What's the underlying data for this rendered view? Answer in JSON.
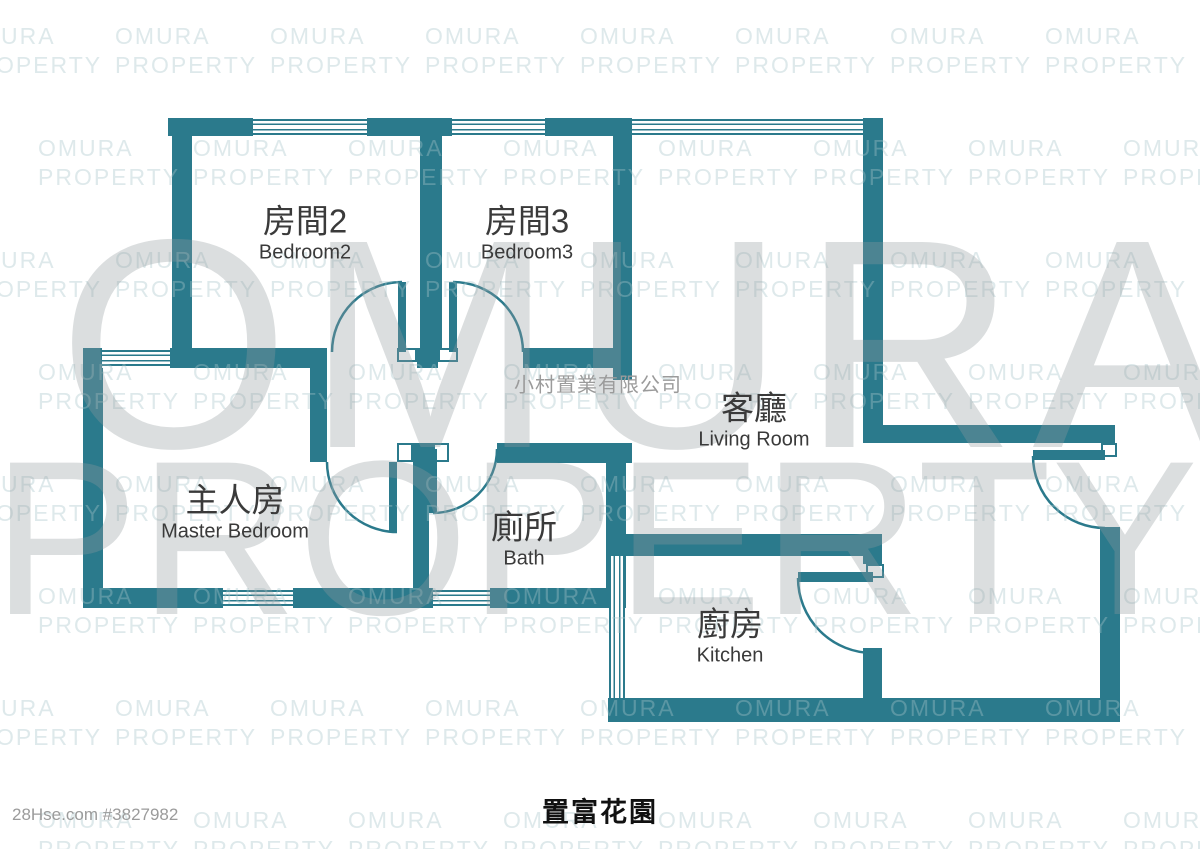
{
  "title": "置富花園",
  "footer_ref": "28Hse.com #3827982",
  "company_watermark": "小村置業有限公司",
  "watermark": {
    "line1": "OMURA",
    "line2": "PROPERTY"
  },
  "rooms": {
    "bedroom2": {
      "zh": "房間2",
      "en": "Bedroom2"
    },
    "bedroom3": {
      "zh": "房間3",
      "en": "Bedroom3"
    },
    "master_bedroom": {
      "zh": "主人房",
      "en": "Master Bedroom"
    },
    "bath": {
      "zh": "廁所",
      "en": "Bath"
    },
    "living_room": {
      "zh": "客廳",
      "en": "Living Room"
    },
    "kitchen": {
      "zh": "廚房",
      "en": "Kitchen"
    }
  },
  "colors": {
    "wall": "#2b7a8c",
    "label_text": "#3a3a3a",
    "big_watermark": "#c9cfd0",
    "muted_text": "#9b9b9b"
  }
}
